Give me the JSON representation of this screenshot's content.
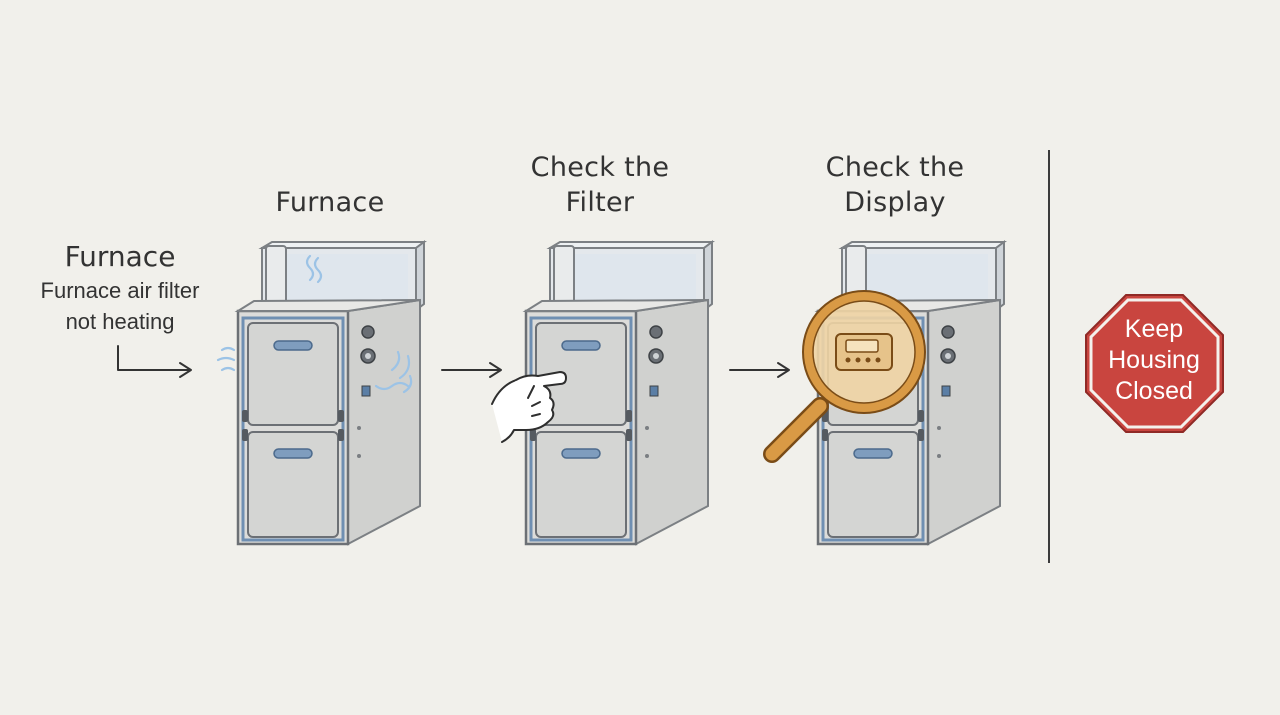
{
  "intro": {
    "title": "Furnace",
    "line1": "Furnace air filter",
    "line2": "not heating"
  },
  "steps": [
    {
      "title_line1": "Furnace",
      "title_line2": ""
    },
    {
      "title_line1": "Check the",
      "title_line2": "Filter"
    },
    {
      "title_line1": "Check the",
      "title_line2": "Display"
    }
  ],
  "warning": {
    "line1": "Keep",
    "line2": "Housing",
    "line3": "Closed"
  },
  "colors": {
    "background": "#f1f0eb",
    "furnace_body": "#d9dad8",
    "furnace_trim": "#6f8fb2",
    "magnifier": "#d99a45",
    "stop_sign": "#c9453f",
    "air_waves": "#9cc3e6"
  },
  "icons": {
    "furnace": "furnace-icon",
    "hand": "pointing-hand-icon",
    "magnifier": "magnifying-glass-icon",
    "stop_sign": "stop-sign-icon",
    "air": "air-waves-icon",
    "arrow": "arrow-right-icon"
  }
}
